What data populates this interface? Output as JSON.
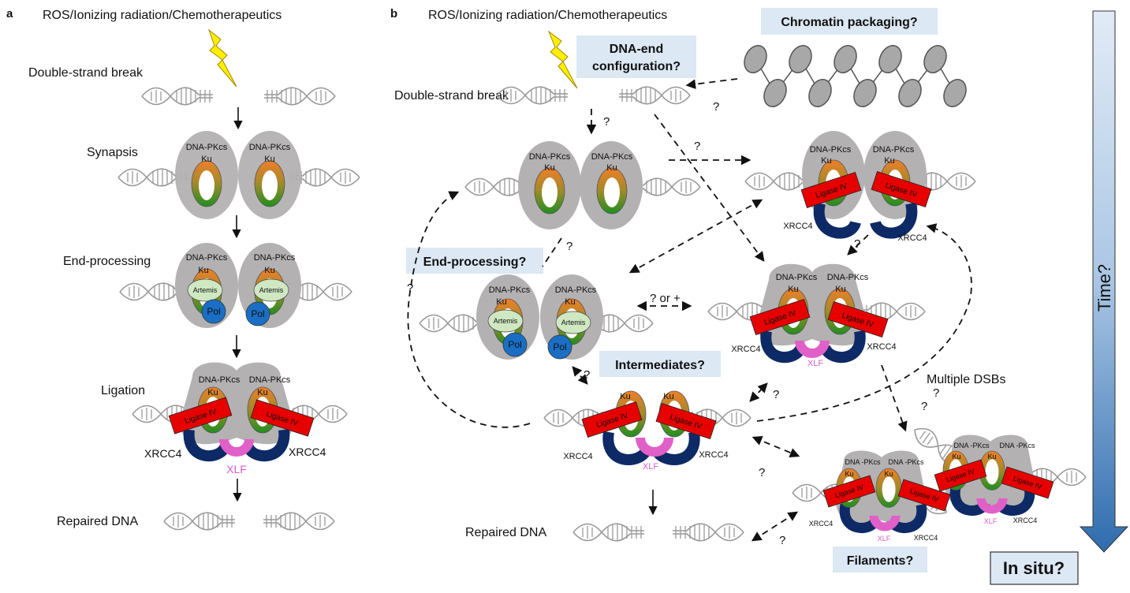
{
  "panel_a": {
    "letter": "a",
    "header": "ROS/Ionizing radiation/Chemotherapeutics",
    "steps": {
      "dsb": "Double-strand break",
      "synapsis": "Synapsis",
      "end_processing": "End-processing",
      "ligation": "Ligation",
      "repaired": "Repaired DNA"
    }
  },
  "panel_b": {
    "letter": "b",
    "header": "ROS/Ionizing radiation/Chemotherapeutics",
    "dsb": "Double-strand break",
    "repaired": "Repaired DNA",
    "multiple_dsbs": "Multiple DSBs",
    "or_plus": "? or +",
    "question": "?",
    "boxes": {
      "dna_end": [
        "DNA-end",
        "configuration?"
      ],
      "chromatin": "Chromatin packaging?",
      "end_processing": "End-processing?",
      "intermediates": "Intermediates?",
      "filaments": "Filaments?",
      "in_situ": "In situ?"
    },
    "time_label": "Time?"
  },
  "proteins": {
    "dnapkcs": "DNA-PKcs",
    "dnapkcs_spaced": "DNA -PKcs",
    "ku": "Ku",
    "artemis": "Artemis",
    "pol": "Pol",
    "ligase": "Ligase IV",
    "xrcc4": "XRCC4",
    "xlf": "XLF"
  },
  "colors": {
    "dnapkcs_gray": "#b3b1b1",
    "ku_orange": "#e8832a",
    "ku_green": "#1f8f1f",
    "ligase_red": "#e60000",
    "xrcc4_navy": "#0d2a66",
    "xlf_pink": "#e060c8",
    "pol_blue": "#1a6fc4",
    "artemis_green": "#cfe8c2",
    "box_blue": "#dce8f4",
    "time_arrow_top": "#dfe9f5",
    "time_arrow_bottom": "#2f6fb0"
  }
}
